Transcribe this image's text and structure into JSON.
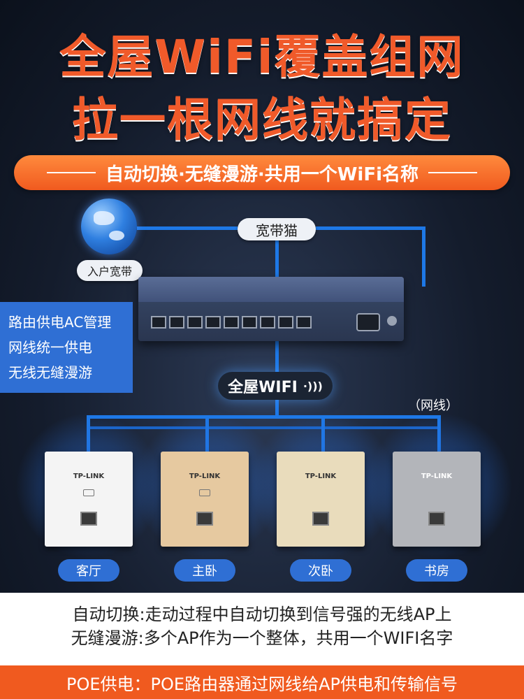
{
  "headline": {
    "line1": "全屋WiFi覆盖组网",
    "line2": "拉一根网线就搞定"
  },
  "tagline": "自动切换·无缝漫游·共用一个WiFi名称",
  "diagram": {
    "home_broadband": "入户宽带",
    "modem": "宽带猫",
    "features": [
      "路由供电AC管理",
      "网线统一供电",
      "无线无缝漫游"
    ],
    "wifi_label": "全屋WIFI",
    "wifi_symbol": "·)))",
    "cable_note": "（网线）",
    "brand": "TP-LINK",
    "rooms": [
      "客厅",
      "主卧",
      "次卧",
      "书房"
    ]
  },
  "notes": {
    "auto_switch": "自动切换:走动过程中自动切换到信号强的无线AP上",
    "seamless": "无缝漫游:多个AP作为一个整体，共用一个WIFI名字",
    "poe": "POE供电：POE路由器通过网线给AP供电和传输信号"
  },
  "colors": {
    "accent_orange": "#f05a1f",
    "accent_blue": "#2f6fd4",
    "panel_white": "#f4f4f4",
    "panel_gold": "#e6c9a0",
    "panel_champagne": "#e9dcbc",
    "panel_silver": "#b3b5ba"
  },
  "icons": [
    "globe-icon",
    "router-icon",
    "wifi-signal-icon"
  ]
}
